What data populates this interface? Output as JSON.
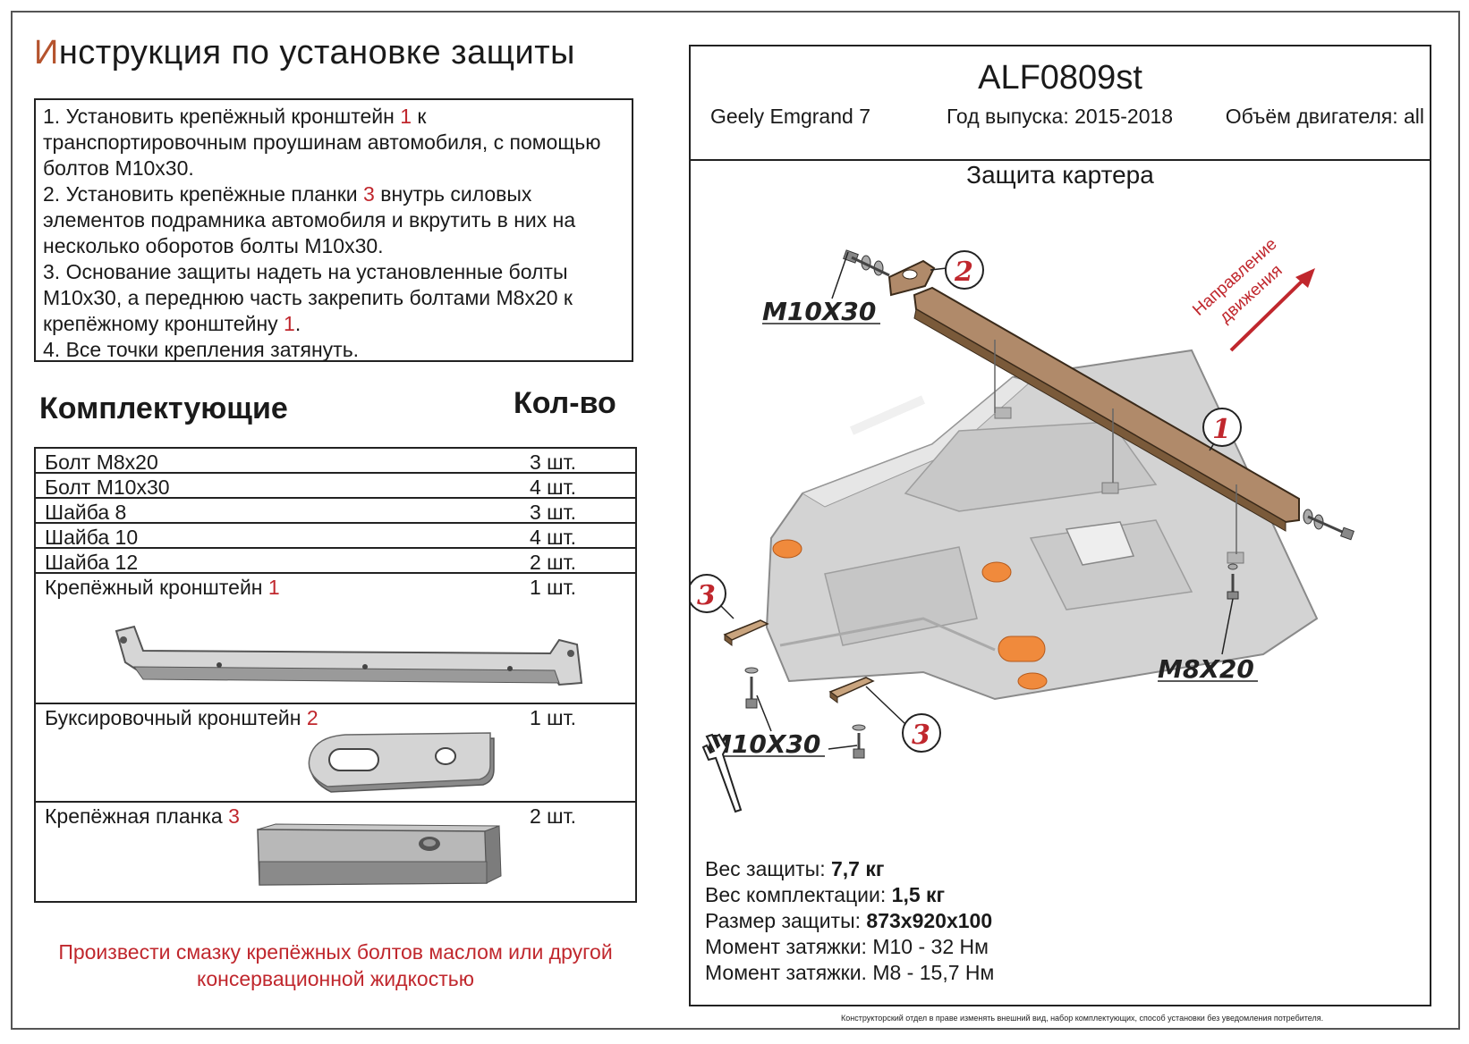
{
  "title_first": "И",
  "title_rest": "нструкция по установке защиты",
  "steps": [
    {
      "pre": "1.  Установить крепёжный кронштейн ",
      "num": "1",
      "post": " к транспортировочным проушинам автомобиля, с помощью болтов М10х30."
    },
    {
      "pre": "2.  Установить крепёжные планки ",
      "num": "3",
      "post": " внутрь силовых элементов подрамника автомобиля и вкрутить в них на несколько оборотов болты М10х30."
    },
    {
      "pre": "3.  Основание защиты надеть на установленные болты М10х30, а переднюю часть закрепить болтами М8х20 к крепёжному кронштейну ",
      "num": "1",
      "post": "."
    },
    {
      "pre": "4.  Все точки крепления затянуть.",
      "num": "",
      "post": ""
    }
  ],
  "components_heading": "Комплектующие",
  "qty_heading": "Кол-во",
  "parts": [
    {
      "name": "Болт М8х20",
      "num": "",
      "qty": "3 шт."
    },
    {
      "name": "Болт М10х30",
      "num": "",
      "qty": "4 шт."
    },
    {
      "name": "Шайба 8",
      "num": "",
      "qty": "3 шт."
    },
    {
      "name": "Шайба 10",
      "num": "",
      "qty": "4 шт."
    },
    {
      "name": "Шайба 12",
      "num": "",
      "qty": "2 шт."
    },
    {
      "name": "Крепёжный кронштейн ",
      "num": "1",
      "qty": "1 шт."
    },
    {
      "name": "Буксировочный кронштейн ",
      "num": "2",
      "qty": "1 шт."
    },
    {
      "name": "Крепёжная планка ",
      "num": "3",
      "qty": "2 шт."
    }
  ],
  "warning": "Произвести смазку крепёжных болтов маслом или другой консервационной жидкостью",
  "product_code": "ALF0809st",
  "car_model": "Geely Emgrand 7",
  "year": "Год выпуска: 2015-2018",
  "engine": "Объём двигателя: all",
  "subtitle": "Защита картера",
  "diagram_labels": {
    "m10_top": "M10X30",
    "m10_bottom": "M10X30",
    "m8": "M8X20",
    "direction_1": "Направление",
    "direction_2": "движения",
    "call_1": "1",
    "call_2": "2",
    "call_3a": "3",
    "call_3b": "3"
  },
  "specs": [
    {
      "label": "Вес защиты: ",
      "value": "7,7 кг"
    },
    {
      "label": "Вес комплектации: ",
      "value": "1,5 кг"
    },
    {
      "label": "Размер защиты: ",
      "value": "873x920x100"
    },
    {
      "label": "Момент затяжки:  ",
      "value": "М10 - 32 Нм"
    },
    {
      "label": "Момент затяжки.  ",
      "value": "М8 - 15,7 Нм"
    }
  ],
  "disclaimer": "Конструкторский отдел в праве изменять внешний вид, набор комплектующих, способ установки без уведомления потребителя.",
  "colors": {
    "accent_red": "#c0272d",
    "title_accent": "#b5532d",
    "bracket": "#b08a6a",
    "plate": "#d3d3d3",
    "rubber": "#f08a3c"
  }
}
